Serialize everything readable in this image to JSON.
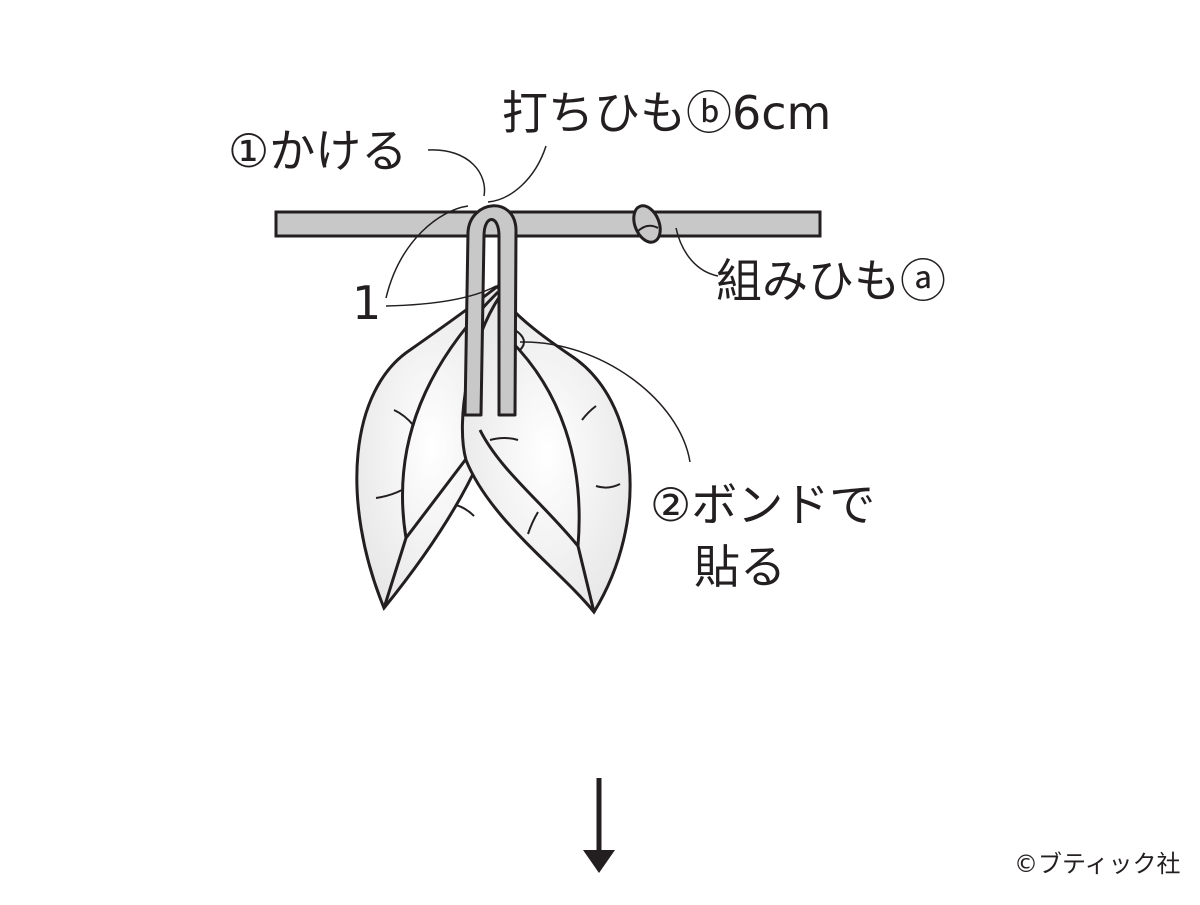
{
  "labels": {
    "cord_b": "打ちひもⓑ6cm",
    "step1": "①かける",
    "cord_a": "組みひもⓐ",
    "num1": "1",
    "step2_line1": "②ボンドで",
    "step2_line2": "貼る",
    "copyright": "©ブティック社"
  },
  "colors": {
    "line": "#231f20",
    "cord_fill": "#c8c8c8",
    "leaf_fill": "#ececec",
    "background": "#ffffff"
  },
  "icons": [
    "down-arrow-icon"
  ]
}
